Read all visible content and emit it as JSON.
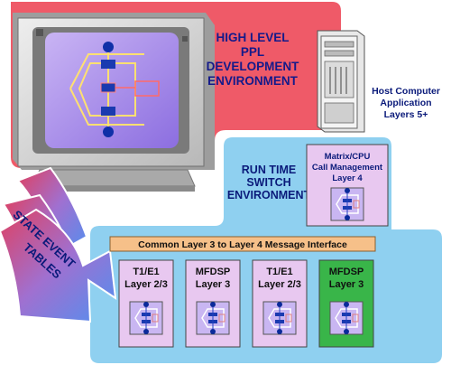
{
  "labels": {
    "high_level": [
      "HIGH LEVEL",
      "PPL",
      "DEVELOPMENT",
      "ENVIRONMENT"
    ],
    "host": [
      "Host Computer",
      "Application",
      "Layers 5+"
    ],
    "run_time": [
      "RUN TIME",
      "SWITCH",
      "ENVIRONMENT"
    ],
    "matrix": [
      "Matrix/CPU",
      "Call Management",
      "Layer 4"
    ],
    "common_interface": "Common Layer 3 to Layer 4 Message Interface",
    "state_tables": [
      "STATE EVENT",
      "TABLES"
    ],
    "cards": [
      {
        "line1": "T1/E1",
        "line2": "Layer 2/3"
      },
      {
        "line1": "MFDSP",
        "line2": "Layer 3"
      },
      {
        "line1": "T1/E1",
        "line2": "Layer 2/3"
      },
      {
        "line1": "MFDSP",
        "line2": "Layer 3"
      }
    ]
  },
  "colors": {
    "red_region": "#ef5a68",
    "blue_region": "#8fd0f0",
    "card_purple": "#e8c8f0",
    "card_green": "#39b549",
    "interface_bar": "#f6c089",
    "text_navy": "#0a1a7a"
  }
}
